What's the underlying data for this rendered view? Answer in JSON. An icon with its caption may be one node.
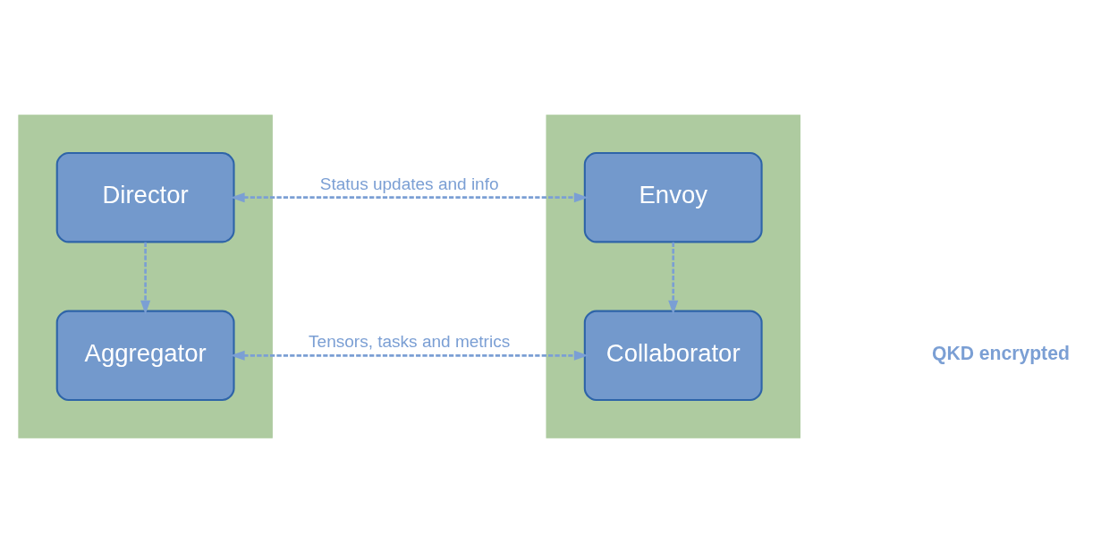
{
  "diagram": {
    "nodes": [
      {
        "text": [],
        "shape": "box"
      },
      {
        "text": [
          "Director"
        ],
        "in": 0
      },
      {
        "text": [
          "Aggregator"
        ],
        "in": 0
      },
      {
        "text": [],
        "shape": "box"
      },
      {
        "text": [
          "Envoy"
        ],
        "in": 3
      },
      {
        "text": [
          "Collaborator"
        ],
        "in": 3
      }
    ],
    "edges": [
      {
        "from": 1,
        "to": 4,
        "arrow": "both",
        "style": "dashed",
        "label": "Status updates and info"
      },
      {
        "from": 1,
        "to": 2,
        "arrow": "to",
        "style": "dashed"
      },
      {
        "from": 4,
        "to": 5,
        "arrow": "to",
        "style": "dashed"
      },
      {
        "from": 2,
        "to": 5,
        "arrow": "both",
        "style": "dashed",
        "label": "Tensors, tasks and metrics"
      }
    ],
    "labels": [
      "QKD encrypted"
    ]
  }
}
